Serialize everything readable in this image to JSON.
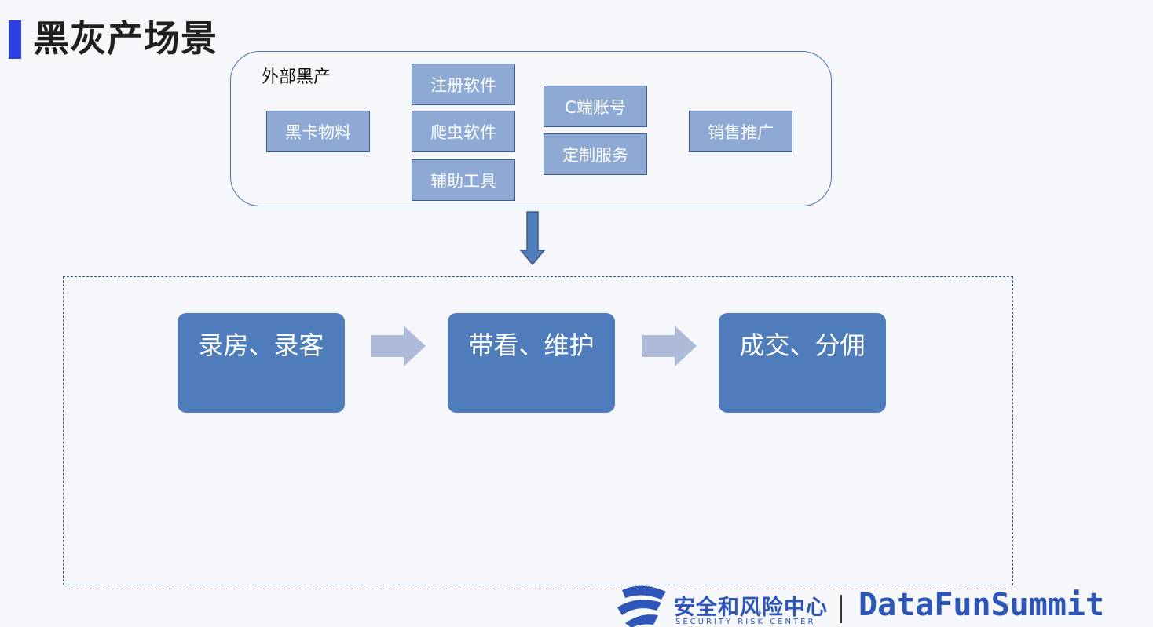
{
  "page_title": "黑灰产场景",
  "external": {
    "label": "外部黑产",
    "boxes": [
      "黑卡物料",
      "注册软件",
      "爬虫软件",
      "辅助工具",
      "C端账号",
      "定制服务",
      "销售推广"
    ]
  },
  "flow": {
    "steps": [
      "录房、录客",
      "带看、维护",
      "成交、分佣"
    ]
  },
  "footer": {
    "org_cn": "安全和风险中心",
    "org_en": "SECURITY RISK CENTER",
    "brand": "DataFunSummit"
  },
  "colors": {
    "title_accent": "#2d3fe0",
    "tool_box": "#8eaad4",
    "step_box": "#4f7cbb",
    "flow_arrow": "#adbbd8",
    "brand": "#2d56b8"
  }
}
